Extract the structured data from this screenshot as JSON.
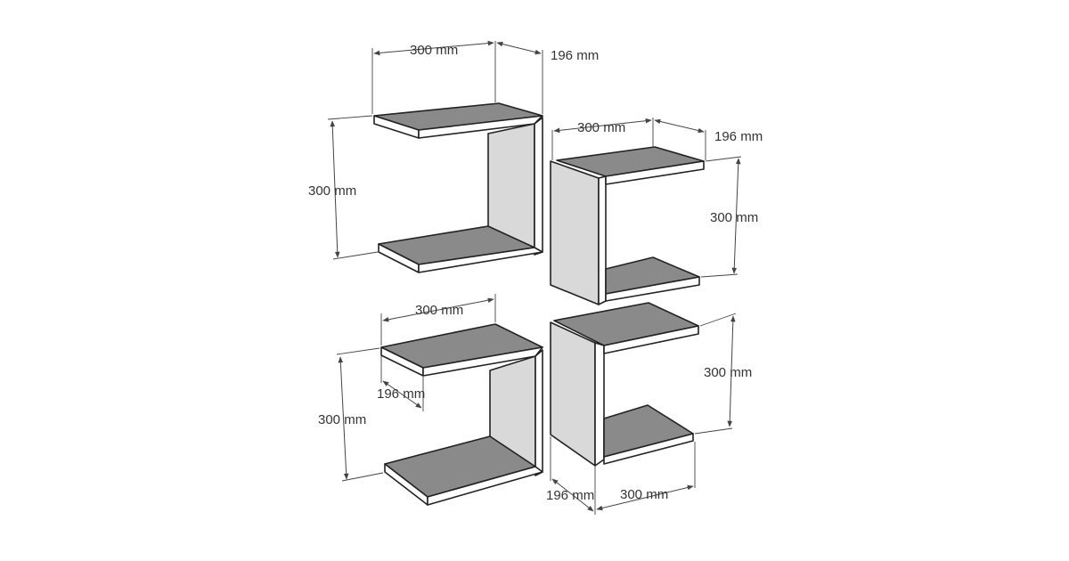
{
  "colors": {
    "background": "#ffffff",
    "shelf_top": "#8a8a8a",
    "shelf_front": "#ffffff",
    "side_panel": "#d9d9d9",
    "outline": "#222222",
    "dimension_text": "#333333"
  },
  "shelves": [
    {
      "id": "top-left",
      "dimensions": {
        "width": "300 mm",
        "depth": "196 mm",
        "height": "300 mm"
      }
    },
    {
      "id": "top-right",
      "dimensions": {
        "width": "300 mm",
        "depth": "196 mm",
        "height": "300 mm"
      }
    },
    {
      "id": "bottom-left",
      "dimensions": {
        "width": "300 mm",
        "depth": "196 mm",
        "height": "300 mm"
      }
    },
    {
      "id": "bottom-right",
      "dimensions": {
        "width": "300 mm",
        "depth": "196 mm",
        "height": "300 mm"
      }
    }
  ]
}
